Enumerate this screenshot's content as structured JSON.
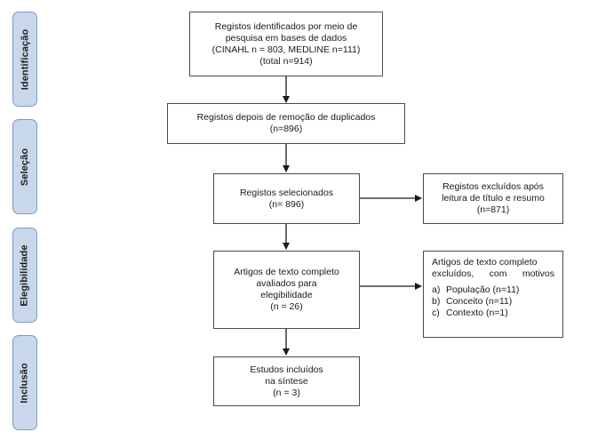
{
  "phases": {
    "identification": "Identificação",
    "selection": "Seleção",
    "eligibility": "Elegibilidade",
    "inclusion": "Inclusão"
  },
  "boxes": {
    "identified": {
      "line1": "Registos identificados por meio de",
      "line2": "pesquisa em bases de dados",
      "line3": "(CINAHL n = 803, MEDLINE n=111)",
      "line4": "(total n=914)"
    },
    "deduplicated": {
      "line1": "Registos depois de remoção de duplicados",
      "line2": "(n=896)"
    },
    "selected": {
      "line1": "Registos selecionados",
      "line2": "(n= 896)"
    },
    "excluded_title": {
      "line1": "Registos excluídos após",
      "line2": "leitura de título e resumo",
      "line3": "(n=871)"
    },
    "fulltext": {
      "line1": "Artigos de texto completo",
      "line2": "avaliados para",
      "line3": "elegibilidade",
      "line4": "(n = 26)"
    },
    "excluded_fulltext": {
      "line1": "Artigos de texto completo",
      "line2": "excluídos, com motivos",
      "items": [
        {
          "mark": "a)",
          "text": "População (n=11)"
        },
        {
          "mark": "b)",
          "text": "Conceito (n=11)"
        },
        {
          "mark": "c)",
          "text": "Contexto (n=1)"
        }
      ]
    },
    "included": {
      "line1": "Estudos incluídos",
      "line2": "na síntese",
      "line3": "(n = 3)"
    }
  }
}
